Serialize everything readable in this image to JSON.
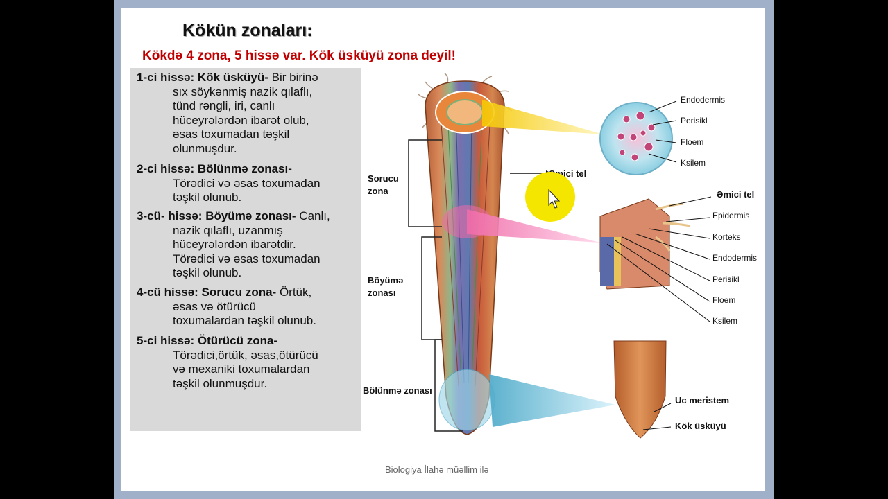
{
  "slide": {
    "title": "Kökün zonaları:",
    "subtitle": "Kökdə  4 zona, 5 hissə var. Kök üsküyü zona deyil!",
    "footer": "Biologiya İlahə müəllim ilə"
  },
  "parts": [
    {
      "bold": "1-ci hissə: Kök üsküyü-",
      "lines": [
        "Bir birinə",
        "sıx söykənmiş nazik qılaflı,",
        "tünd rəngli, iri, canlı",
        "hüceyrələrdən ibarət olub,",
        "əsas toxumadan təşkil",
        "olunmuşdur."
      ]
    },
    {
      "bold": "2-ci hissə: Bölünmə zonası-",
      "lines": [
        "",
        "Törədici və əsas toxumadan",
        "təşkil olunub."
      ]
    },
    {
      "bold": "3-cü- hissə: Böyümə zonası-",
      "lines": [
        "Canlı,",
        "nazik qılaflı, uzanmış",
        "hüceyrələrdən ibarətdir.",
        "Törədici və əsas toxumadan",
        "təşkil olunub."
      ]
    },
    {
      "bold": "4-cü hissə: Sorucu zona-",
      "lines": [
        "Örtük,",
        "əsas və ötürücü",
        "toxumalardan təşkil olunub."
      ]
    },
    {
      "bold": "5-ci hissə: Ötürücü zona-",
      "lines": [
        "",
        "Törədici,örtük, əsas,ötürücü",
        "və mexaniki toxumalardan",
        "təşkil olunmuşdur."
      ]
    }
  ],
  "diagram": {
    "zone_labels": {
      "sorucu_1": "Sorucu",
      "sorucu_2": "zona",
      "boyume_1": "Böyümə",
      "boyume_2": "zonası",
      "bolunme": "Bölünmə zonası"
    },
    "cross_section_labels": [
      "Endodermis",
      "Perisikl",
      "Floem",
      "Ksilem"
    ],
    "root_hair_label": "Əmici tel",
    "detail_labels": [
      "Əmici tel",
      "Epidermis",
      "Korteks",
      "Endodermis",
      "Perisikl",
      "Floem",
      "Ksilem"
    ],
    "tip_labels": [
      "Uc meristem",
      "Kök üsküyü"
    ]
  },
  "colors": {
    "title_red": "#c00000",
    "textbox_bg": "#d9d9d9",
    "highlight_yellow": "#f5e600"
  }
}
